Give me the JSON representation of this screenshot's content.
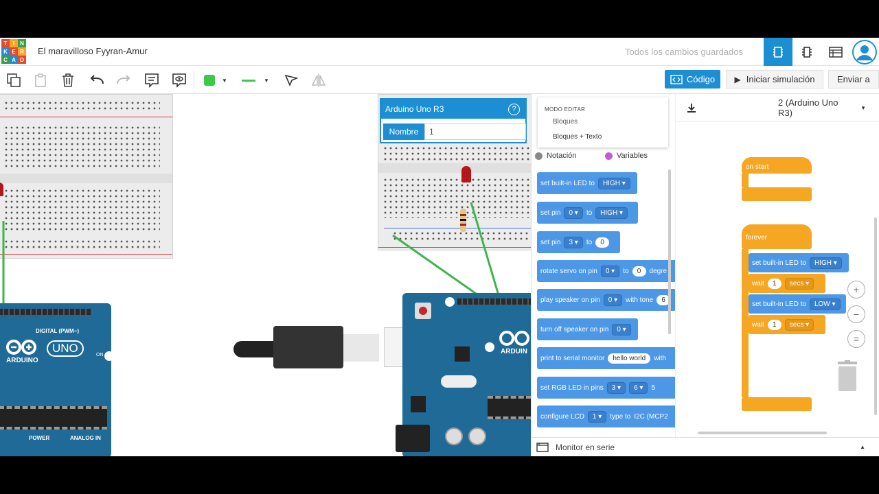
{
  "app": {
    "logo_letters": [
      "T",
      "I",
      "N",
      "K",
      "E",
      "R",
      "C",
      "A",
      "D"
    ],
    "logo_colors": [
      "#e8492e",
      "#f5a623",
      "#3b9c4e",
      "#1c8fd4",
      "#e8492e",
      "#f5a623",
      "#3b9c4e",
      "#1c8fd4",
      "#e8492e"
    ],
    "project_title": "El maravilloso Fyyran-Amur",
    "save_status": "Todos los cambios guardados"
  },
  "toolbar": {
    "code_label": "Código",
    "simulate_label": "Iniciar simulación",
    "send_label": "Enviar a",
    "fill_color": "#3ec74a",
    "line_color": "#3ec74a"
  },
  "properties": {
    "title": "Arduino Uno R3",
    "help": "?",
    "name_label": "Nombre",
    "name_value": "1"
  },
  "arduino": {
    "left_brand": "ARDUINO",
    "left_model": "UNO",
    "left_digital": "DIGITAL (PWM~)",
    "left_power": "POWER",
    "left_analog": "ANALOG IN",
    "left_on": "ON",
    "right_brand": "ARDUIN"
  },
  "palette": {
    "mode_title": "MODO EDITAR",
    "mode_blocks": "Bloques",
    "mode_text": "Bloques + Texto",
    "cat_notation": "Notación",
    "cat_variables": "Variables",
    "blocks": [
      {
        "parts": [
          "set built-in LED to"
        ],
        "pill": "HIGH"
      },
      {
        "parts": [
          "set pin"
        ],
        "pill": "0",
        "mid": "to",
        "pill2": "HIGH"
      },
      {
        "parts": [
          "set pin"
        ],
        "pill": "3",
        "mid": "to",
        "oval": "0"
      },
      {
        "parts": [
          "rotate servo on pin"
        ],
        "pill": "0",
        "mid": "to",
        "oval": "0",
        "tail": "degre"
      },
      {
        "parts": [
          "play speaker on pin"
        ],
        "pill": "0",
        "mid": "with tone",
        "oval": "6"
      },
      {
        "parts": [
          "turn off speaker on pin"
        ],
        "pill": "0"
      },
      {
        "parts": [
          "print to serial monitor"
        ],
        "oval": "hello world",
        "tail": "with"
      },
      {
        "parts": [
          "set RGB LED in pins"
        ],
        "pill": "3",
        "pill2": "6",
        "tail": "5"
      },
      {
        "parts": [
          "configure LCD"
        ],
        "pill": "1",
        "mid": "type to",
        "tail": "I2C (MCP2"
      }
    ]
  },
  "workspace": {
    "device": "2 (Arduino Uno R3)",
    "on_start": "on start",
    "forever": "forever",
    "b1_label": "set built-in LED to",
    "b1_value": "HIGH",
    "w1_label": "wait",
    "w1_value": "1",
    "w1_unit": "secs",
    "b2_label": "set built-in LED to",
    "b2_value": "LOW",
    "w2_label": "wait",
    "w2_value": "1",
    "w2_unit": "secs",
    "zoom_in": "+",
    "zoom_out": "−",
    "zoom_fit": "="
  },
  "bottom": {
    "serial_label": "Monitor en serie"
  }
}
